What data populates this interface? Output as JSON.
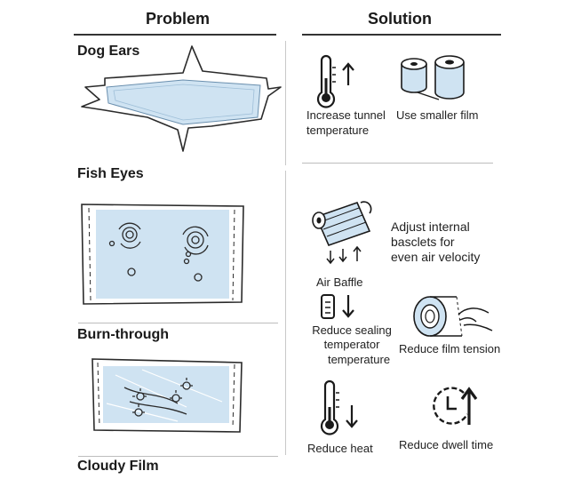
{
  "headers": {
    "problem": "Problem",
    "solution": "Solution"
  },
  "problems": [
    {
      "label": "Dog Ears"
    },
    {
      "label": "Fish Eyes"
    },
    {
      "label": "Burn-through"
    },
    {
      "label": "Cloudy Film"
    }
  ],
  "solutions": {
    "tunnel_temp": [
      "Increase tunnel",
      "temperature"
    ],
    "smaller_film": "Use smaller film",
    "adjust_baffles": [
      "Adjust internal",
      "basclets for",
      "even air velocity"
    ],
    "air_baffle": "Air Baffle",
    "sealing_temp": [
      "Reduce sealing",
      "temperator",
      "temperature"
    ],
    "film_tension": "Reduce film tension",
    "reduce_heat": "Reduce heat",
    "dwell_time": "Reduce dwell time"
  },
  "colors": {
    "film_fill": "#cfe3f2",
    "film_edge": "#2b2b2b",
    "accent": "#1a1a1a"
  }
}
